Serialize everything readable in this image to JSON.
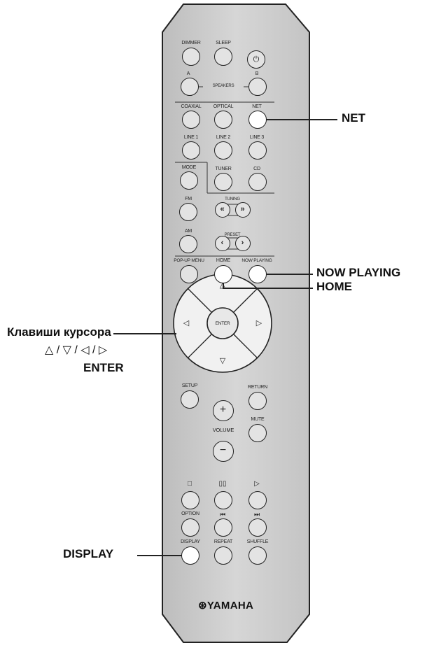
{
  "buttons": {
    "dimmer": "DIMMER",
    "sleep": "SLEEP",
    "speakers_a": "A",
    "speakers": "SPEAKERS",
    "speakers_b": "B",
    "coaxial": "COAXIAL",
    "optical": "OPTICAL",
    "net": "NET",
    "line1": "LINE 1",
    "line2": "LINE 2",
    "line3": "LINE 3",
    "mode": "MODE",
    "tuner": "TUNER",
    "cd": "CD",
    "fm": "FM",
    "tuning": "TUNING",
    "am": "AM",
    "preset": "PRESET",
    "popup_menu": "POP-UP MENU",
    "home": "HOME",
    "now_playing": "NOW PLAYING",
    "enter": "ENTER",
    "setup": "SETUP",
    "return": "RETURN",
    "volume": "VOLUME",
    "mute": "MUTE",
    "option": "OPTION",
    "display": "DISPLAY",
    "repeat": "REPEAT",
    "shuffle": "SHUFFLE"
  },
  "brand": "YAMAHA",
  "callouts": {
    "net": "NET",
    "now_playing": "NOW PLAYING",
    "home": "HOME",
    "cursor_keys": "Клавиши курсора",
    "cursor_symbols": "△ / ▽ / ◁ / ▷",
    "enter": "ENTER",
    "display": "DISPLAY"
  },
  "colors": {
    "body": "#cfcfcf",
    "outline": "#222222",
    "highlight": "#ffffff"
  }
}
